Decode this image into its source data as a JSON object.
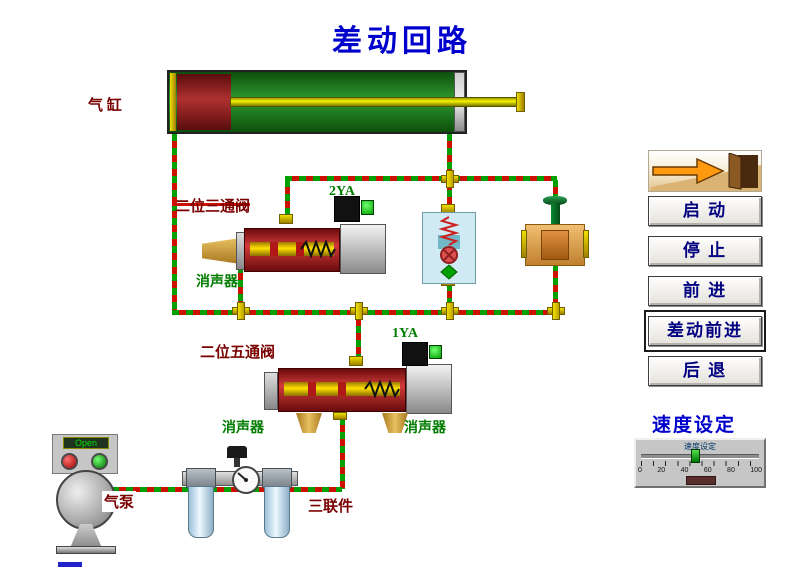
{
  "title": "差动回路",
  "diagram": {
    "cylinder_label": "气 缸",
    "valve3_label": "二位三通阀",
    "valve3_coil": "2YA",
    "valve3_muffler": "消声器",
    "valve5_label": "二位五通阀",
    "valve5_coil": "1YA",
    "valve5_muffler_left": "消声器",
    "valve5_muffler_right": "消声器",
    "pump_label": "气泵",
    "frl_label": "三联件",
    "open_button_label": "Open"
  },
  "control_panel": {
    "buttons": [
      {
        "label": "启  动"
      },
      {
        "label": "停  止"
      },
      {
        "label": "前  进"
      },
      {
        "label": "差动前进",
        "selected": true
      },
      {
        "label": "后  退"
      }
    ],
    "speed_title": "速度设定",
    "speed_slider": {
      "caption": "速度设定",
      "ticks": [
        "0",
        "20",
        "40",
        "60",
        "80",
        "100"
      ]
    }
  },
  "colors": {
    "title_blue": "#0000cc",
    "label_dark_red": "#7a0000",
    "label_green": "#007c00",
    "button_text_navy": "#000080",
    "pipe_red": "#cc1100",
    "pipe_green": "#00a000",
    "indicator_green": "#00d000",
    "cylinder_green": "#2f9a2f",
    "valve_red": "#d23a3a"
  }
}
